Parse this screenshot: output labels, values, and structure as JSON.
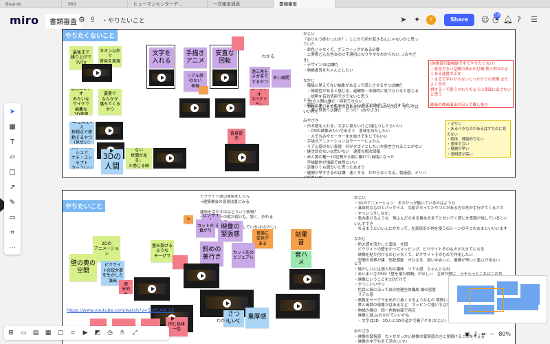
{
  "browser_tabs": [
    "Boards",
    "360",
    "ヒューマンセンターデ...",
    "一次審査通過",
    "書類審査"
  ],
  "app": {
    "logo": "miro",
    "board_title": "書類審査",
    "breadcrumb": "・やりたいこと"
  },
  "toolbar": {
    "share_label": "Share",
    "avatar_initial": "Y",
    "notification_count": "19"
  },
  "frames": {
    "dont": {
      "title": "やりたくないこと"
    },
    "do": {
      "title": "やりたいこと"
    }
  },
  "notes_top": [
    {
      "text": "最後まで\n繰り上げでTVTV",
      "color": "#d7f08a"
    },
    {
      "text": "ネオン以外で\n昔色を表現",
      "color": "#d7f08a"
    },
    {
      "text": "素材のビデオ\nみたいな\nサイケで\n画集な\n3D表現",
      "color": "#d7f08a"
    },
    {
      "text": "要素で\nなんかが\n落ちてくる\nやつ",
      "color": "#d7f08a"
    },
    {
      "text": "3D空間を1人\n称視点で移\n動するやつ\n(見せい)",
      "color": "#a9d4f5"
    },
    {
      "text": "やたら\nスタイリッシュで\nナチ・コンセプト\nカッコいいやつ",
      "color": "#a9d4f5"
    },
    {
      "text": "「綺えていない\n世間が見る」\nと感じる映像",
      "color": "#d7f08a"
    },
    {
      "text": "3Dの\n人間",
      "color": "#a9d4f5"
    },
    {
      "text": "文字を\n入れる",
      "color": "#c9a9e8"
    },
    {
      "text": "手描き\nアニメ",
      "color": "#c9a9e8"
    },
    {
      "text": "安直な\n回転",
      "color": "#c9a9e8"
    },
    {
      "text": "リアル感\nのない\n表現",
      "color": "#c9a9e8"
    },
    {
      "text": "過三角を\nメガ非で\nするやつ",
      "color": "#c9a9e8"
    },
    {
      "text": "早い展開",
      "color": "#c9a9e8"
    },
    {
      "text": "オーディオ\nスペクトラム",
      "color": "#f47b8a"
    },
    {
      "text": "背景提示",
      "color": "#f47b8a"
    }
  ],
  "labels_top": {
    "wakaru": "わかる",
    "hasi": "はし",
    "top_text_1": "おじい\n「ありもう終わったの？」ここから何か起きるんじゃないかと思っていた\n・原色じゃなくて、グラフィックがある必要\n・ニ実際どんな色合わせ不適切になりやすかわからない...(みやざき)\n・デザイン30は嫌だ\n・物推者背をちゃんとしたい\n\nなかじ\n・階級に見えてない抽象があるって感じさせるやつは嫌だ\n　・陳腐性があると感じる、遅観物・未個的に見づらいなと感じる\n　・説明を有効活用できてないと思う\n・3Dの人間は嫌だ・特別できない\n・THE可愛いを目指すのはあまりのモチベが上がらない　ボップはいいけど\n　・あざとさ全開は嫌",
    "top_text_2": "とり\n・明転とオーディオスペクトラム(全ての他が)デジャヴするやつ\n　・要に世表リは嫌だ　だっけ！(みやざき)\n\nみやざき\n・日本語を入れる、文字に見ないけど(諸もうしたらいい)\n　・CMの映像みたいであそう　意味を持たしたい\n　・人で丸みやモーター化を抜きで生じてもいい\n・手描きアニメーションはラーーーにょわん\n・リアル感のない表現　何がタゴイとしたいか発言されることがない\n・継次目のないは思いない　速度な相次回確\n・赤と黄の種ー3D空間から弱に離れて/自換になった\n　手描動作が描画で自然にいい\n・定番かくも面白いと思ったあまり\n・展開が早すぎるのは嫌　速くする　わからなくなる、製造感、メリハリがないな\n\nかのう\n・みてて遠和感のあるものは嫌",
    "red_box": "(映像部行動機能で全てやりたくない)\n・意見でない空間の表示の打開  美人的なのよくある速度の工夫\n・まるで手わからないとっかかりの表現 まだよく自分\n視する一で使うつもりのように表面に出さないと思う\n\n映画の映画演出の日入で覆し抜き\n・空間ではないと意味を中盤に持つ方にする\n・高度のテクノロジーのところでブロンドするようなものを\n　・早い上を巻くこと(みやざき)",
    "yellow_box": "・ダサい\n・あるべきものがあるはずなのに見えない\n・物体、理論的でない\n・意味でない\n・展開が早い\n・透明感が高い"
  },
  "notes_bottom": [
    {
      "text": "ピクサイト\n視に移る",
      "color": "#c9a9e8"
    },
    {
      "text": "カットの\n繋がり",
      "color": "#c9a9e8"
    },
    {
      "text": "映像の\n緊張感",
      "color": "#c9a9e8"
    },
    {
      "text": "カット",
      "color": "#f5a04a"
    },
    {
      "text": "音楽に\n定体が\nある",
      "color": "#f5a04a"
    },
    {
      "text": "効果音",
      "color": "#f5a04a"
    },
    {
      "text": "音ハメ",
      "color": "#9be8b0"
    },
    {
      "text": "量み掛ける\nような\nモーグラ",
      "color": "#d7f08a"
    },
    {
      "text": "斜めの\n美行き",
      "color": "#c9a9e8"
    },
    {
      "text": "カット先の\nビジュアル",
      "color": "#c9a9e8"
    },
    {
      "text": "2Dの\nアニメーション",
      "color": "#d7f08a"
    },
    {
      "text": "壁の奥の\n空間",
      "color": "#d7f08a"
    },
    {
      "text": "ピクサイ\nトの説大事\nを生かした\n演出",
      "color": "#a9d4f5"
    },
    {
      "text": "工作部\n分的生",
      "color": "#f47b8a"
    },
    {
      "text": "重厚感",
      "color": "#a9d4f5"
    },
    {
      "text": "さついべ",
      "color": "#a9d4f5"
    },
    {
      "text": "同じ色味\n一色",
      "color": "#f47b8a"
    }
  ],
  "labels_bottom": {
    "text_1": "ピクサイト周辺環境をしらん\n→建築業会の意見は夏にみる\n\n建物を活かすのはどういう表現？\n一ピクサイトの縦が弱いも、狭く、外れる\n　映像がある感じ\n　ピクサイトの壁に作用している(おなかじ)",
    "text_2": "おじい\n・3Dのアニメーション　そのかっが動いているのはような\n・具体的なものとパッケイル　な耐が平ってたやつとがある方の先が手行がてくるアカ\n・すべいっりしなか。\n・重み掛けるような　飛ぶんだらある乗ある全てと付いてく感じを意図が成しているといいんすでき\n　れるまうといいんにかかって、左部目形が他を使うのシーンの平つのままといいいます\n\nなかじ\n・防大感を活かした演出　全国\n　ピクサイトの壁をかってマッピング、ピクサイトそのものが大きてになる\n　映像を貼り付けるのじゃなくて、ピクサイトそのもので作用したい\n　空間の世界が建　防犯感動　ぜひえる　弱い中合いに、展開が早いと重さが出ない\n・重厚感　ビジュアルイメージがあるとなど",
    "text_3": "とり\n・懐かしいには個人的な趣味　リアル感　ちゃんとな出\n・あいまいさがMV「壁を壊た瞬間」がほしい　立体が壁に　ラチらっとこれはこの色\n・映像ということを3分だけで\n・かっこいいやつ\n　色目と画に沿って似の地理全体構成 線の密度\n　リアル感\n・東覧をモーグラを出かけ抜くするようなもの 実際には同じが違うのではる\n　美と画調の映像がはあるなど　マッピング違いではないのありゃざき)\n・物描き線の　同一色物前面で用る\n　映像と遊ぶ(おかけていいかも\n　・文字は2D　3D人と2Dの道かで勝アクセ(おじい)\n\nみやざき\n・映像の緊張感　カトかがっかい映像の緊張感大きに見続けることを考える\n・映像の中でも全て活の(ニマ)\n・1つのモチーフに活かす(おじい)",
    "wakaru": "わかる",
    "youtube": "https://www.youtube.com/watch?v=5qRCAM_I/E"
  },
  "tools": [
    "select-cursor",
    "frame",
    "text",
    "sticky",
    "shape",
    "pen",
    "connector",
    "comment",
    "crop",
    "more"
  ],
  "bottom_tools": [
    "grid",
    "chat",
    "card",
    "table",
    "rect",
    "crop",
    "video",
    "present",
    "timer",
    "hand",
    "expand"
  ],
  "zoom": {
    "level": "80%"
  }
}
